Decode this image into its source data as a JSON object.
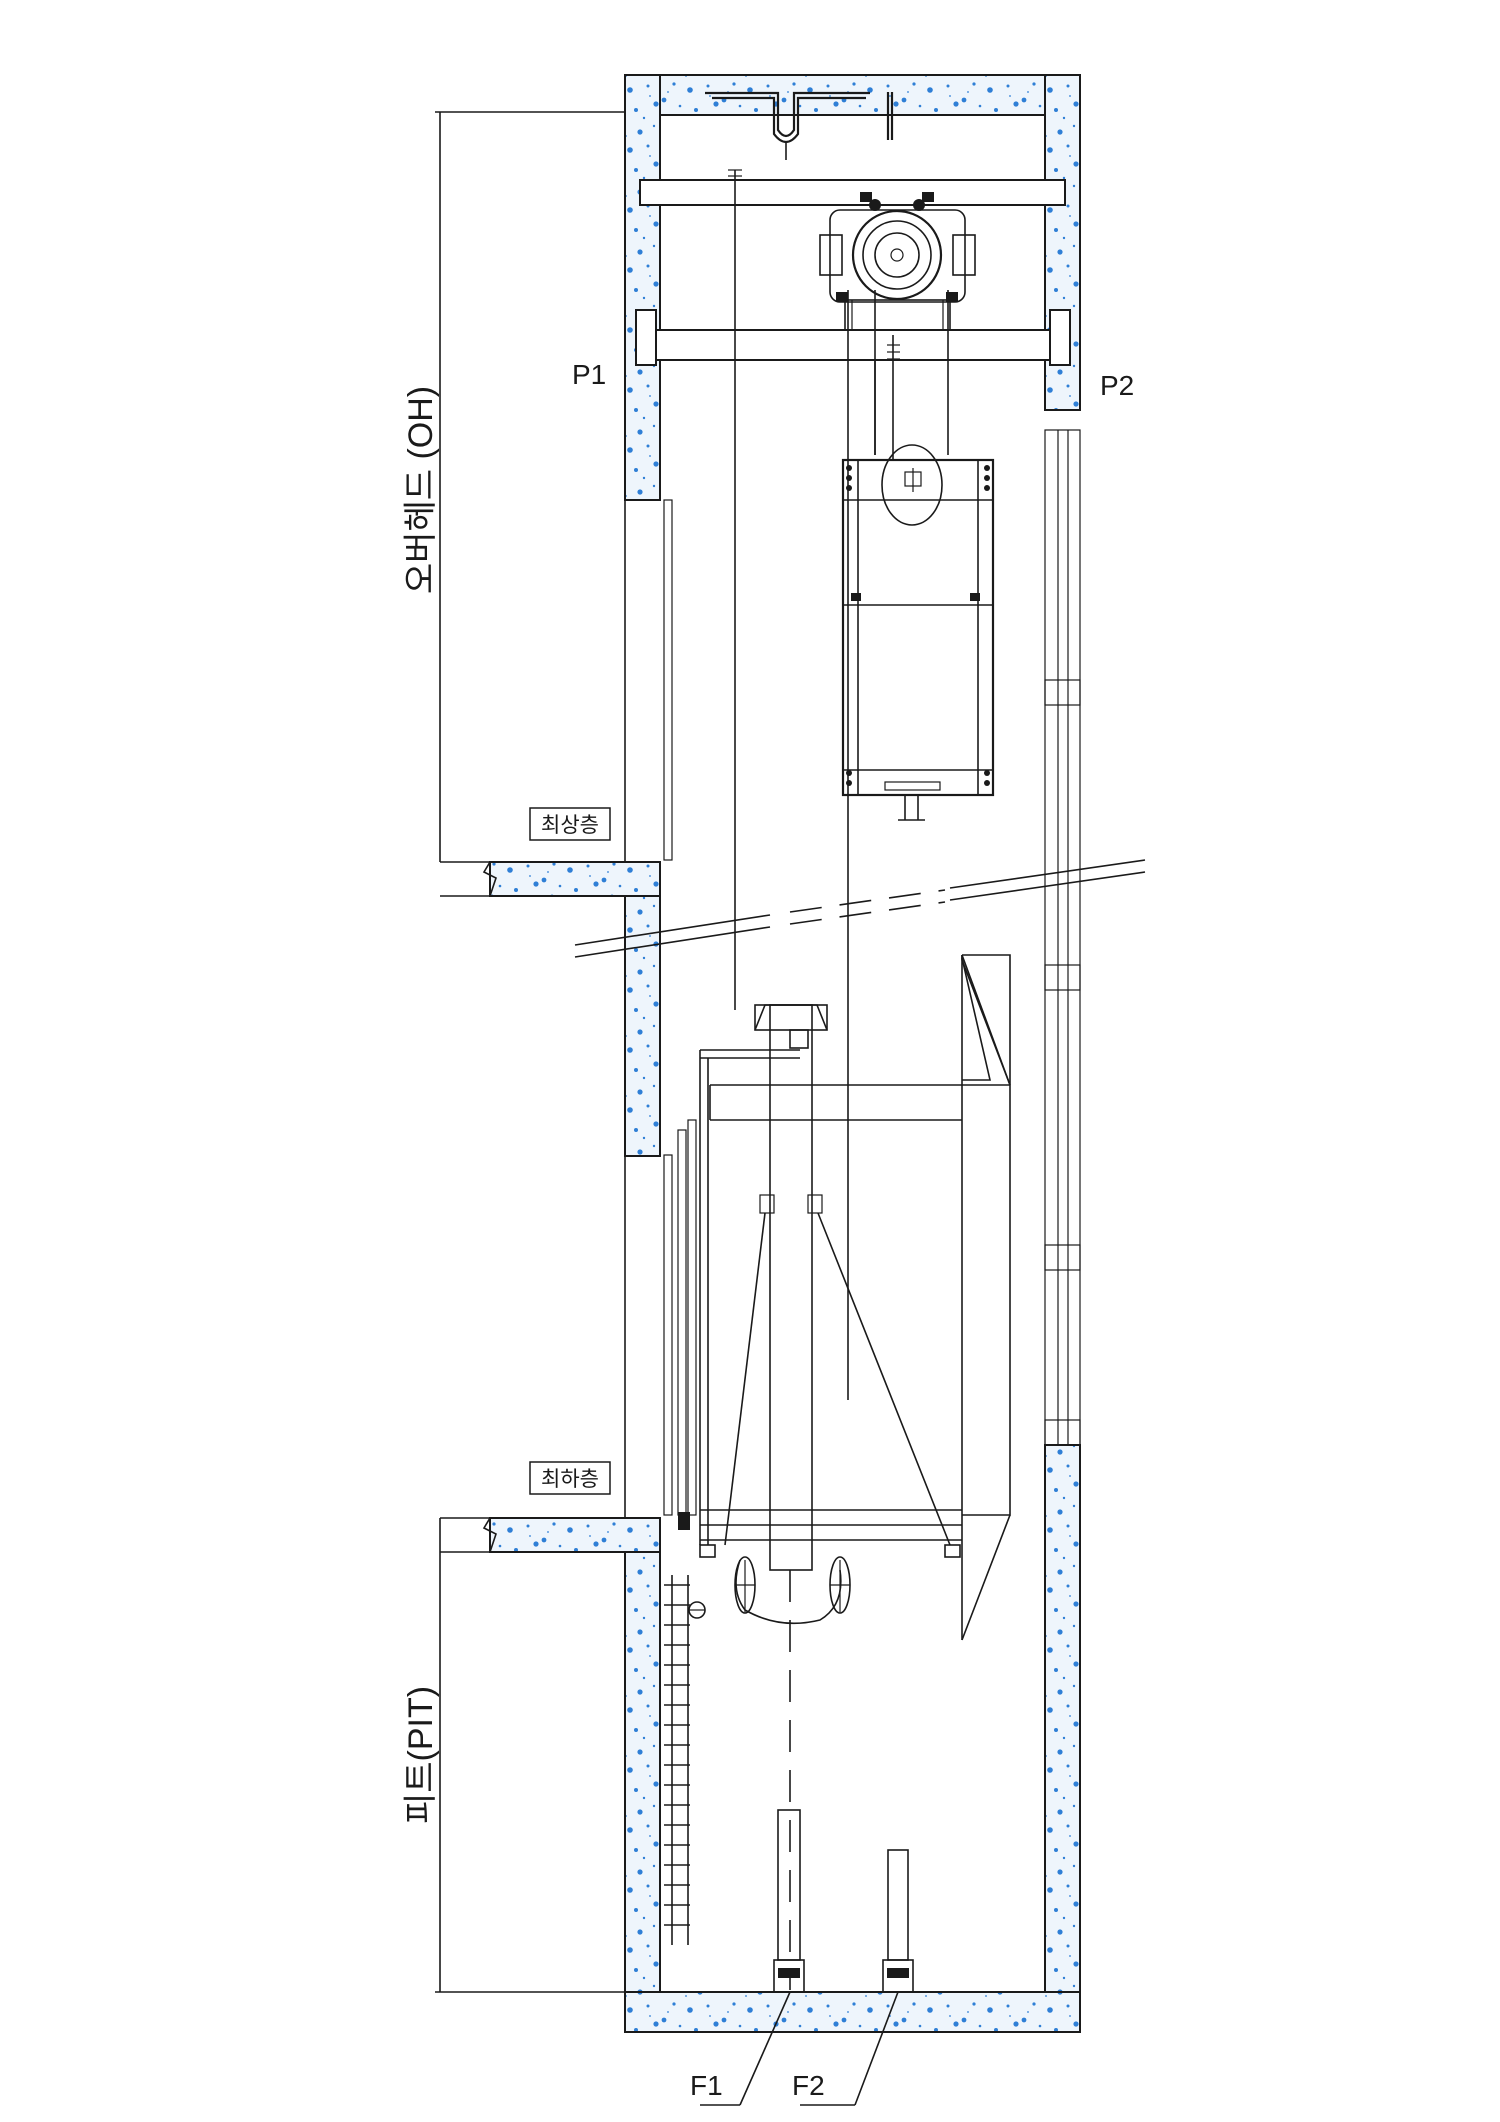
{
  "labels": {
    "overhead": "오버헤드 (OH)",
    "pit": "피트(PIT)",
    "top_floor": "최상층",
    "bottom_floor": "최하층",
    "p1": "P1",
    "p2": "P2",
    "f1": "F1",
    "f2": "F2"
  },
  "colors": {
    "concrete_speckle": "#2f7fd6",
    "concrete_fill": "#eef5fc",
    "line": "#1a1a1a"
  }
}
